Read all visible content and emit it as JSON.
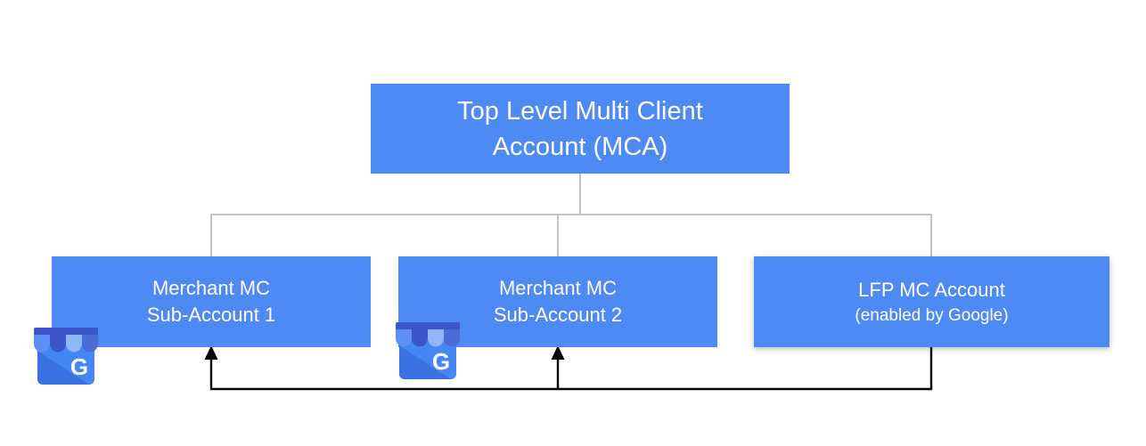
{
  "diagram": {
    "background": "#ffffff",
    "box_fill_blue": "#4d8af4",
    "box_text_color": "#ffffff",
    "tree_connector_gray": "#c3c3c3",
    "feed_arrow_black": "#000000",
    "root": {
      "line1": "Top Level Multi Client",
      "line2": "Account (MCA)"
    },
    "children": [
      {
        "line1": "Merchant MC",
        "line2": "Sub-Account 1"
      },
      {
        "line1": "Merchant MC",
        "line2": "Sub-Account 2"
      },
      {
        "line1": "LFP MC Account",
        "line2": "(enabled by Google)"
      }
    ],
    "business_icon": {
      "name": "google-business-profile",
      "letter": "G",
      "dark_blue": "#3c55c9",
      "body_blue": "#4486f4",
      "fold_blue": "#3b72e2",
      "scallop_light": "#8fb5fa",
      "scallop_medium": "#5e8ff5",
      "scallop_medium_dark": "#4d6bd6"
    }
  }
}
